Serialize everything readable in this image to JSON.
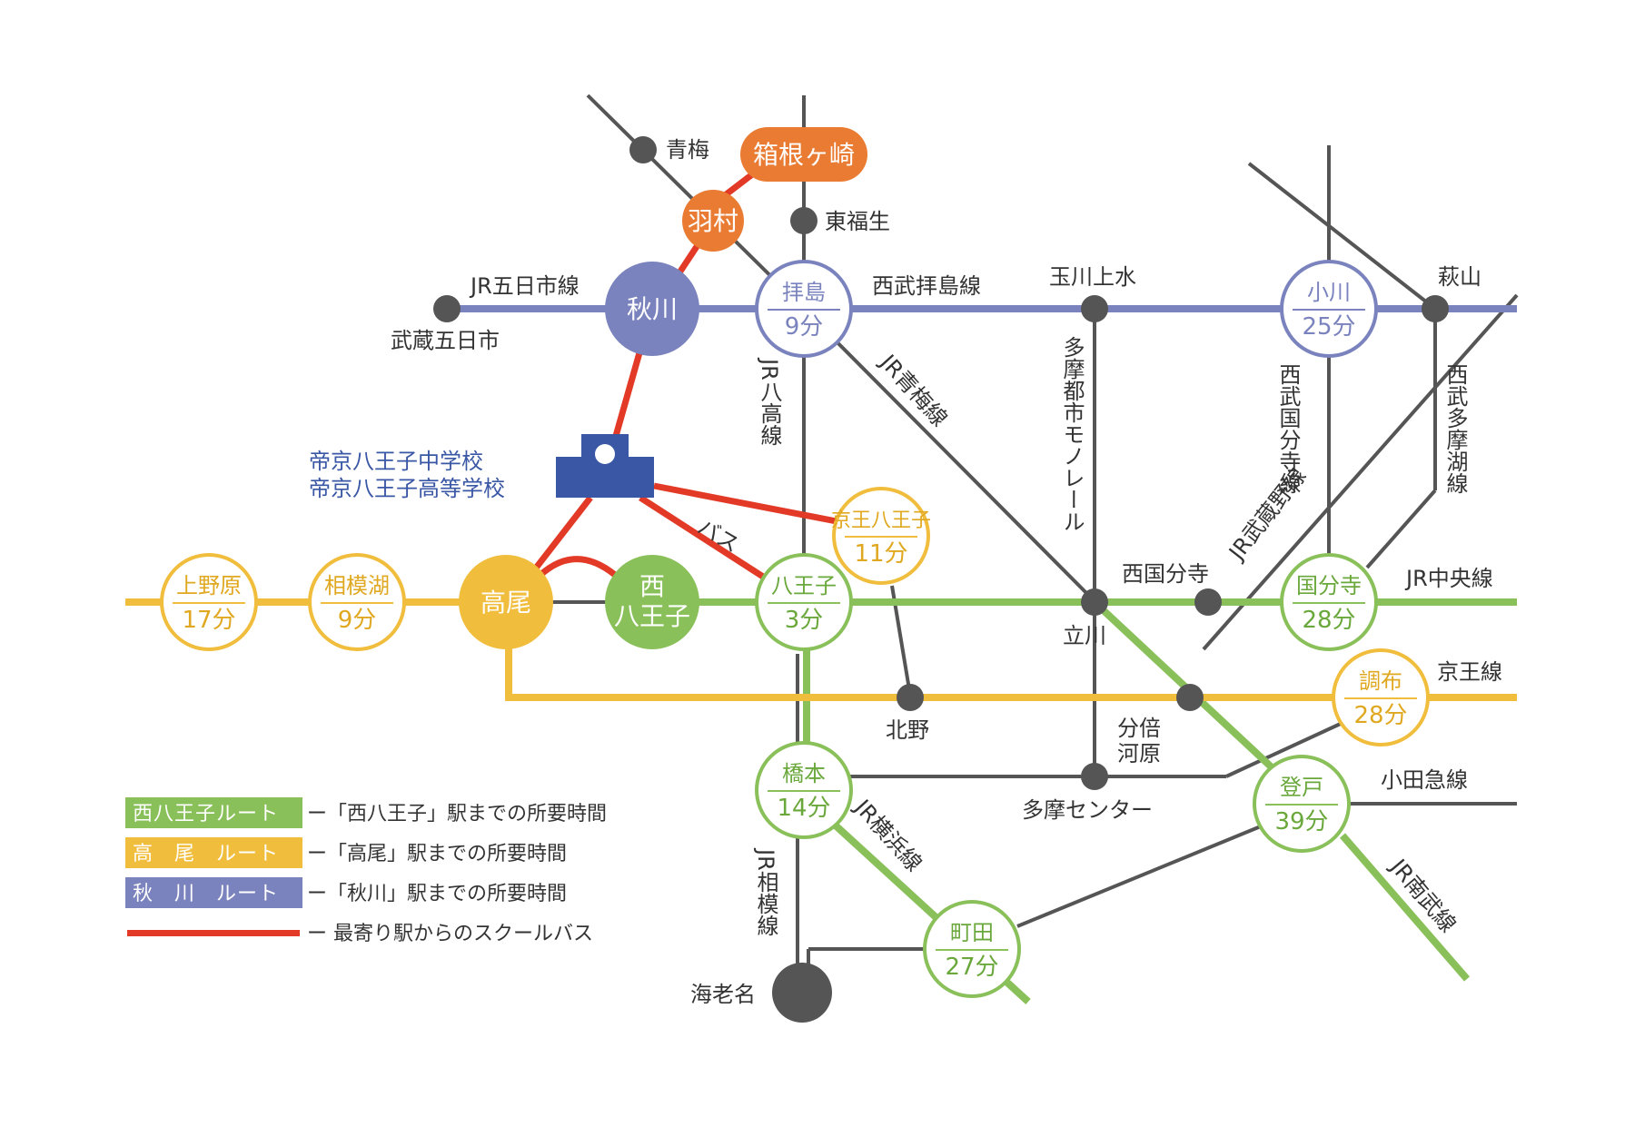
{
  "colors": {
    "line_gray": "#555555",
    "jr_chuo": "#8ac05a",
    "keio": "#f1bd3d",
    "jr_itsukaichi": "#7a83bd",
    "bus": "#e23a26",
    "orange": "#e97b33",
    "school": "#3a57a5"
  },
  "lines": {
    "jr_itsukaichi": "JR五日市線",
    "seibu_haijima": "西武拝島線",
    "jr_hachiko": "JR八高線",
    "jr_ome": "JR青梅線",
    "monorail": "多摩都市モノレール",
    "seibu_kokubunji": "西武国分寺線",
    "seibu_tamako": "西武多摩湖線",
    "jr_musashino": "JR武蔵野線",
    "jr_chuo": "JR中央線",
    "keio": "京王線",
    "odakyu": "小田急線",
    "jr_yokohama": "JR横浜線",
    "jr_sagami": "JR相模線",
    "jr_nambu": "JR南武線",
    "bus": "バス"
  },
  "stations": {
    "ome": "青梅",
    "hakonegasaki": "箱根ヶ崎",
    "hamura": "羽村",
    "higashi_fussa": "東福生",
    "akigawa": "秋川",
    "musashi_itsukaichi": "武蔵五日市",
    "haijima": {
      "name": "拝島",
      "minutes": "9分"
    },
    "tamagawa_josui": "玉川上水",
    "ogawa": {
      "name": "小川",
      "minutes": "25分"
    },
    "hagiyama": "萩山",
    "school_line1": "帝京八王子中学校",
    "school_line2": "帝京八王子高等学校",
    "keio_hachioji": {
      "name": "京王八王子",
      "minutes": "11分"
    },
    "uenohara": {
      "name": "上野原",
      "minutes": "17分"
    },
    "sagamiko": {
      "name": "相模湖",
      "minutes": "9分"
    },
    "takao": "高尾",
    "nishi_hachioji_1": "西",
    "nishi_hachioji_2": "八王子",
    "hachioji": {
      "name": "八王子",
      "minutes": "3分"
    },
    "tachikawa": "立川",
    "nishi_kokubunji": "西国分寺",
    "kokubunji": {
      "name": "国分寺",
      "minutes": "28分"
    },
    "chofu": {
      "name": "調布",
      "minutes": "28分"
    },
    "kitano": "北野",
    "bubaigawara_1": "分倍",
    "bubaigawara_2": "河原",
    "hashimoto": {
      "name": "橋本",
      "minutes": "14分"
    },
    "tama_center": "多摩センター",
    "noborito": {
      "name": "登戸",
      "minutes": "39分"
    },
    "machida": {
      "name": "町田",
      "minutes": "27分"
    },
    "ebina": "海老名"
  },
  "legend": [
    {
      "box": "西八王子ルート",
      "desc": "ー「西八王子」駅までの所要時間",
      "color": "#8ac05a"
    },
    {
      "box": "高　尾　ルート",
      "desc": "ー「高尾」駅までの所要時間",
      "color": "#f1bd3d"
    },
    {
      "box": "秋　川　ルート",
      "desc": "ー「秋川」駅までの所要時間",
      "color": "#7a83bd"
    },
    {
      "box": "",
      "desc": "ー 最寄り駅からのスクールバス",
      "color": "#e23a26"
    }
  ]
}
